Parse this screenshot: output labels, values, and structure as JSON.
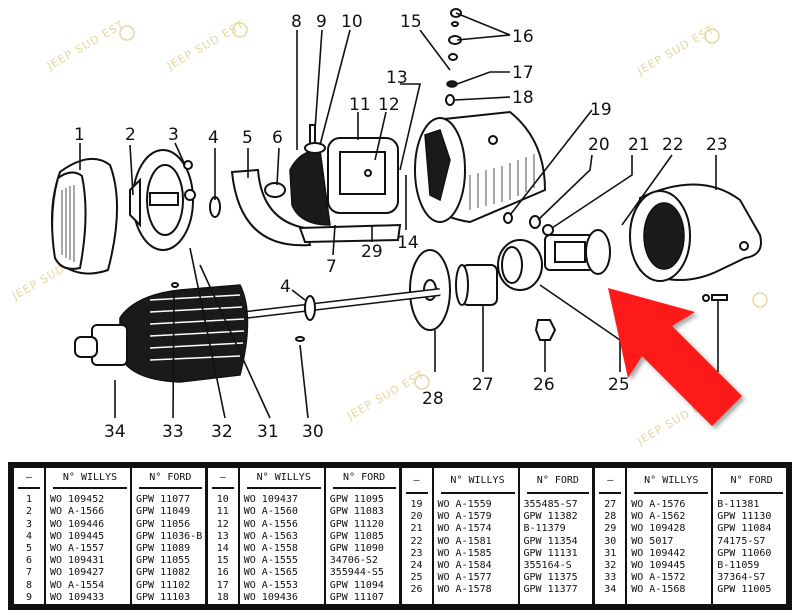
{
  "diagram": {
    "title": "Starter motor exploded view",
    "watermark": "JEEP SUD EST",
    "watermark_symbol": "©",
    "callouts": [
      "1",
      "2",
      "3",
      "4",
      "5",
      "6",
      "7",
      "8",
      "9",
      "10",
      "11",
      "12",
      "13",
      "14",
      "15",
      "16",
      "17",
      "18",
      "19",
      "20",
      "21",
      "22",
      "23",
      "25",
      "26",
      "27",
      "28",
      "29",
      "30",
      "31",
      "32",
      "33",
      "34",
      "4"
    ],
    "highlight_arrow_color": "#ff1a1a",
    "highlight_target": "25"
  },
  "table": {
    "header_number": "—",
    "header_willys": "N° WILLYS",
    "header_ford": "N° FORD",
    "blocks": [
      {
        "nums": [
          "1",
          "2",
          "3",
          "4",
          "5",
          "6",
          "7",
          "8",
          "9"
        ],
        "willys": [
          "WO 109452",
          "WO A-1566",
          "WO 109446",
          "WO 109445",
          "WO A-1557",
          "WO 109431",
          "WO 109427",
          "WO A-1554",
          "WO 109433"
        ],
        "ford": [
          "GPW 11077",
          "GPW 11049",
          "GPW 11056",
          "GPW 11036-B",
          "GPW 11089",
          "GPW 11055",
          "GPW 11082",
          "GPW 11102",
          "GPW 11103"
        ]
      },
      {
        "nums": [
          "10",
          "11",
          "12",
          "13",
          "14",
          "15",
          "16",
          "17",
          "18"
        ],
        "willys": [
          "WO 109437",
          "WO A-1560",
          "WO A-1556",
          "WO A-1563",
          "WO A-1558",
          "WO A-1555",
          "WO A-1565",
          "WO A-1553",
          "WO 109436"
        ],
        "ford": [
          "GPW 11095",
          "GPW 11083",
          "GPW 11120",
          "GPW 11085",
          "GPW 11090",
          "34706-S2",
          "355944-S5",
          "GPW 11094",
          "GPW 11107"
        ]
      },
      {
        "nums": [
          "19",
          "20",
          "21",
          "22",
          "23",
          "24",
          "25",
          "26"
        ],
        "willys": [
          "WO A-1559",
          "WO A-1579",
          "WO A-1574",
          "WO A-1581",
          "WO A-1585",
          "WO A-1584",
          "WO A-1577",
          "WO A-1578"
        ],
        "ford": [
          "355485-S7",
          "GPW 11382",
          "B-11379",
          "GPW 11354",
          "GPW 11131",
          "355164-S",
          "GPW 11375",
          "GPW 11377"
        ]
      },
      {
        "nums": [
          "27",
          "28",
          "29",
          "30",
          "31",
          "32",
          "33",
          "34"
        ],
        "willys": [
          "WO A-1576",
          "WO A-1562",
          "WO 109428",
          "WO 5017",
          "WO 109442",
          "WO 109445",
          "WO A-1572",
          "WO A-1568"
        ],
        "ford": [
          "B-11381",
          "GPW 11130",
          "GPW 11084",
          "74175-S7",
          "GPW 11060",
          "B-11059",
          "37364-S7",
          "GPW 11005"
        ]
      }
    ]
  }
}
